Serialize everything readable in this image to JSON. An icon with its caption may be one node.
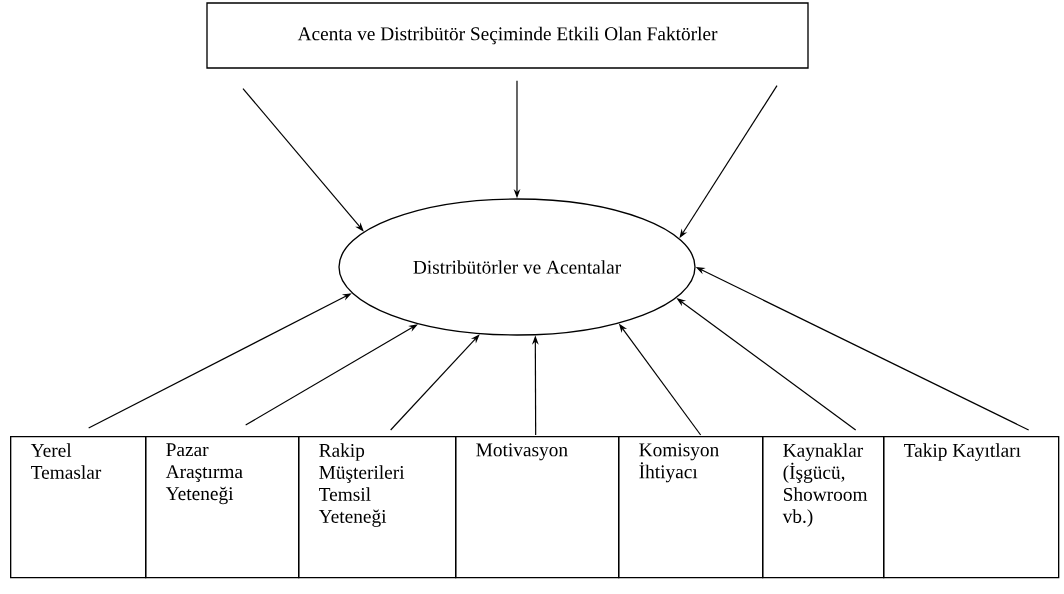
{
  "diagram": {
    "nodes": [
      {
        "text": [
          "Acenta ve Distribütör Seçiminde Etkili Olan Faktörler"
        ]
      },
      {
        "text": [
          "Distribütörler ve Acentalar"
        ]
      },
      {
        "text": [
          "Yerel Temaslar"
        ]
      },
      {
        "text": [
          "Pazar Araştırma Yeteneği"
        ]
      },
      {
        "text": [
          "Rakip Müşterileri Temsil Yeteneği"
        ]
      },
      {
        "text": [
          "Motivasyon"
        ]
      },
      {
        "text": [
          "Komisyon İhtiyacı"
        ]
      },
      {
        "text": [
          "Kaynaklar (İşgücü, Showroom vb.)"
        ]
      },
      {
        "text": [
          "Takip Kayıtları"
        ]
      }
    ],
    "edges": [
      {
        "from": 0,
        "to": 1,
        "arrow": "to"
      },
      {
        "from": 0,
        "to": 1,
        "arrow": "to"
      },
      {
        "from": 0,
        "to": 1,
        "arrow": "to"
      },
      {
        "from": 2,
        "to": 1,
        "arrow": "to"
      },
      {
        "from": 3,
        "to": 1,
        "arrow": "to"
      },
      {
        "from": 4,
        "to": 1,
        "arrow": "to"
      },
      {
        "from": 5,
        "to": 1,
        "arrow": "to"
      },
      {
        "from": 6,
        "to": 1,
        "arrow": "to"
      },
      {
        "from": 7,
        "to": 1,
        "arrow": "to"
      },
      {
        "from": 8,
        "to": 1,
        "arrow": "to"
      }
    ]
  }
}
